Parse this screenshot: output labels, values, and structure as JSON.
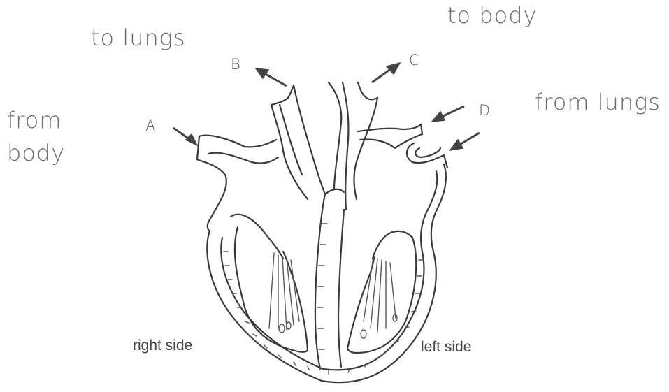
{
  "labels": {
    "to_lungs": "to lungs",
    "to_body": "to body",
    "from_body_line1": "from",
    "from_body_line2": "body",
    "from_lungs": "from lungs",
    "right_side": "right side",
    "left_side": "left side",
    "A": "A",
    "B": "B",
    "C": "C",
    "D": "D"
  },
  "colors": {
    "ink": "#3a3a3a",
    "label": "#6a6a6a",
    "background": "#ffffff"
  }
}
